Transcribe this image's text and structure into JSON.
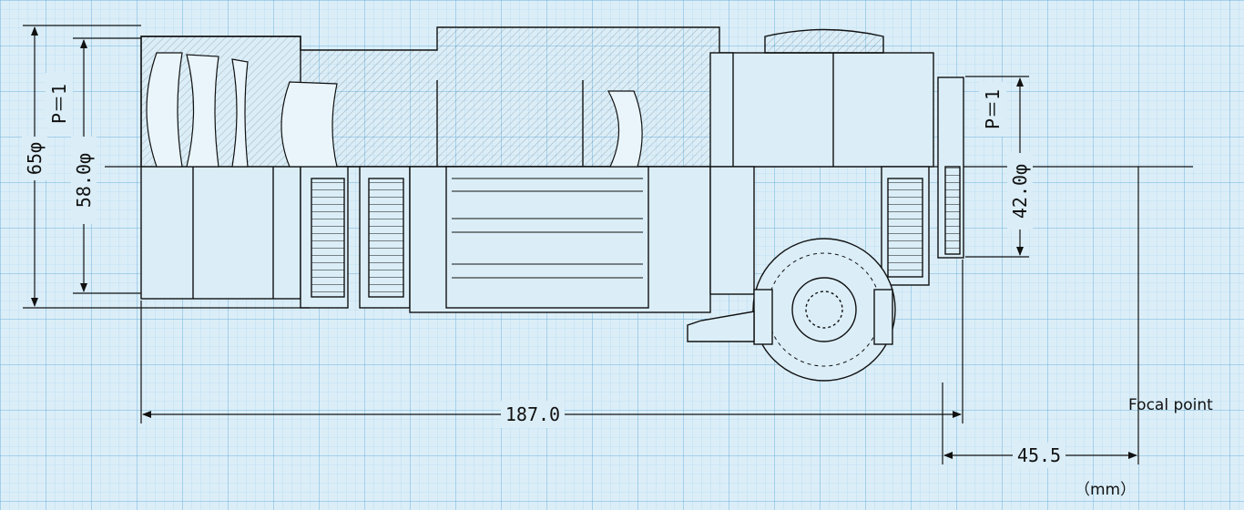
{
  "dimensions": {
    "outer_diameter": "65φ",
    "front_diameter": "58.0φ",
    "front_pitch": "P＝1",
    "rear_pitch": "P＝1",
    "mount_diameter": "42.0φ",
    "overall_length": "187.0",
    "flange_focal_distance": "45.5"
  },
  "labels": {
    "focal_point": "Focal point",
    "units": "（mm）"
  },
  "colors": {
    "paper": "#dbeef8",
    "grid_minor": "#a9d2ec",
    "grid_major": "#6fb1dc",
    "ink": "#111111"
  }
}
